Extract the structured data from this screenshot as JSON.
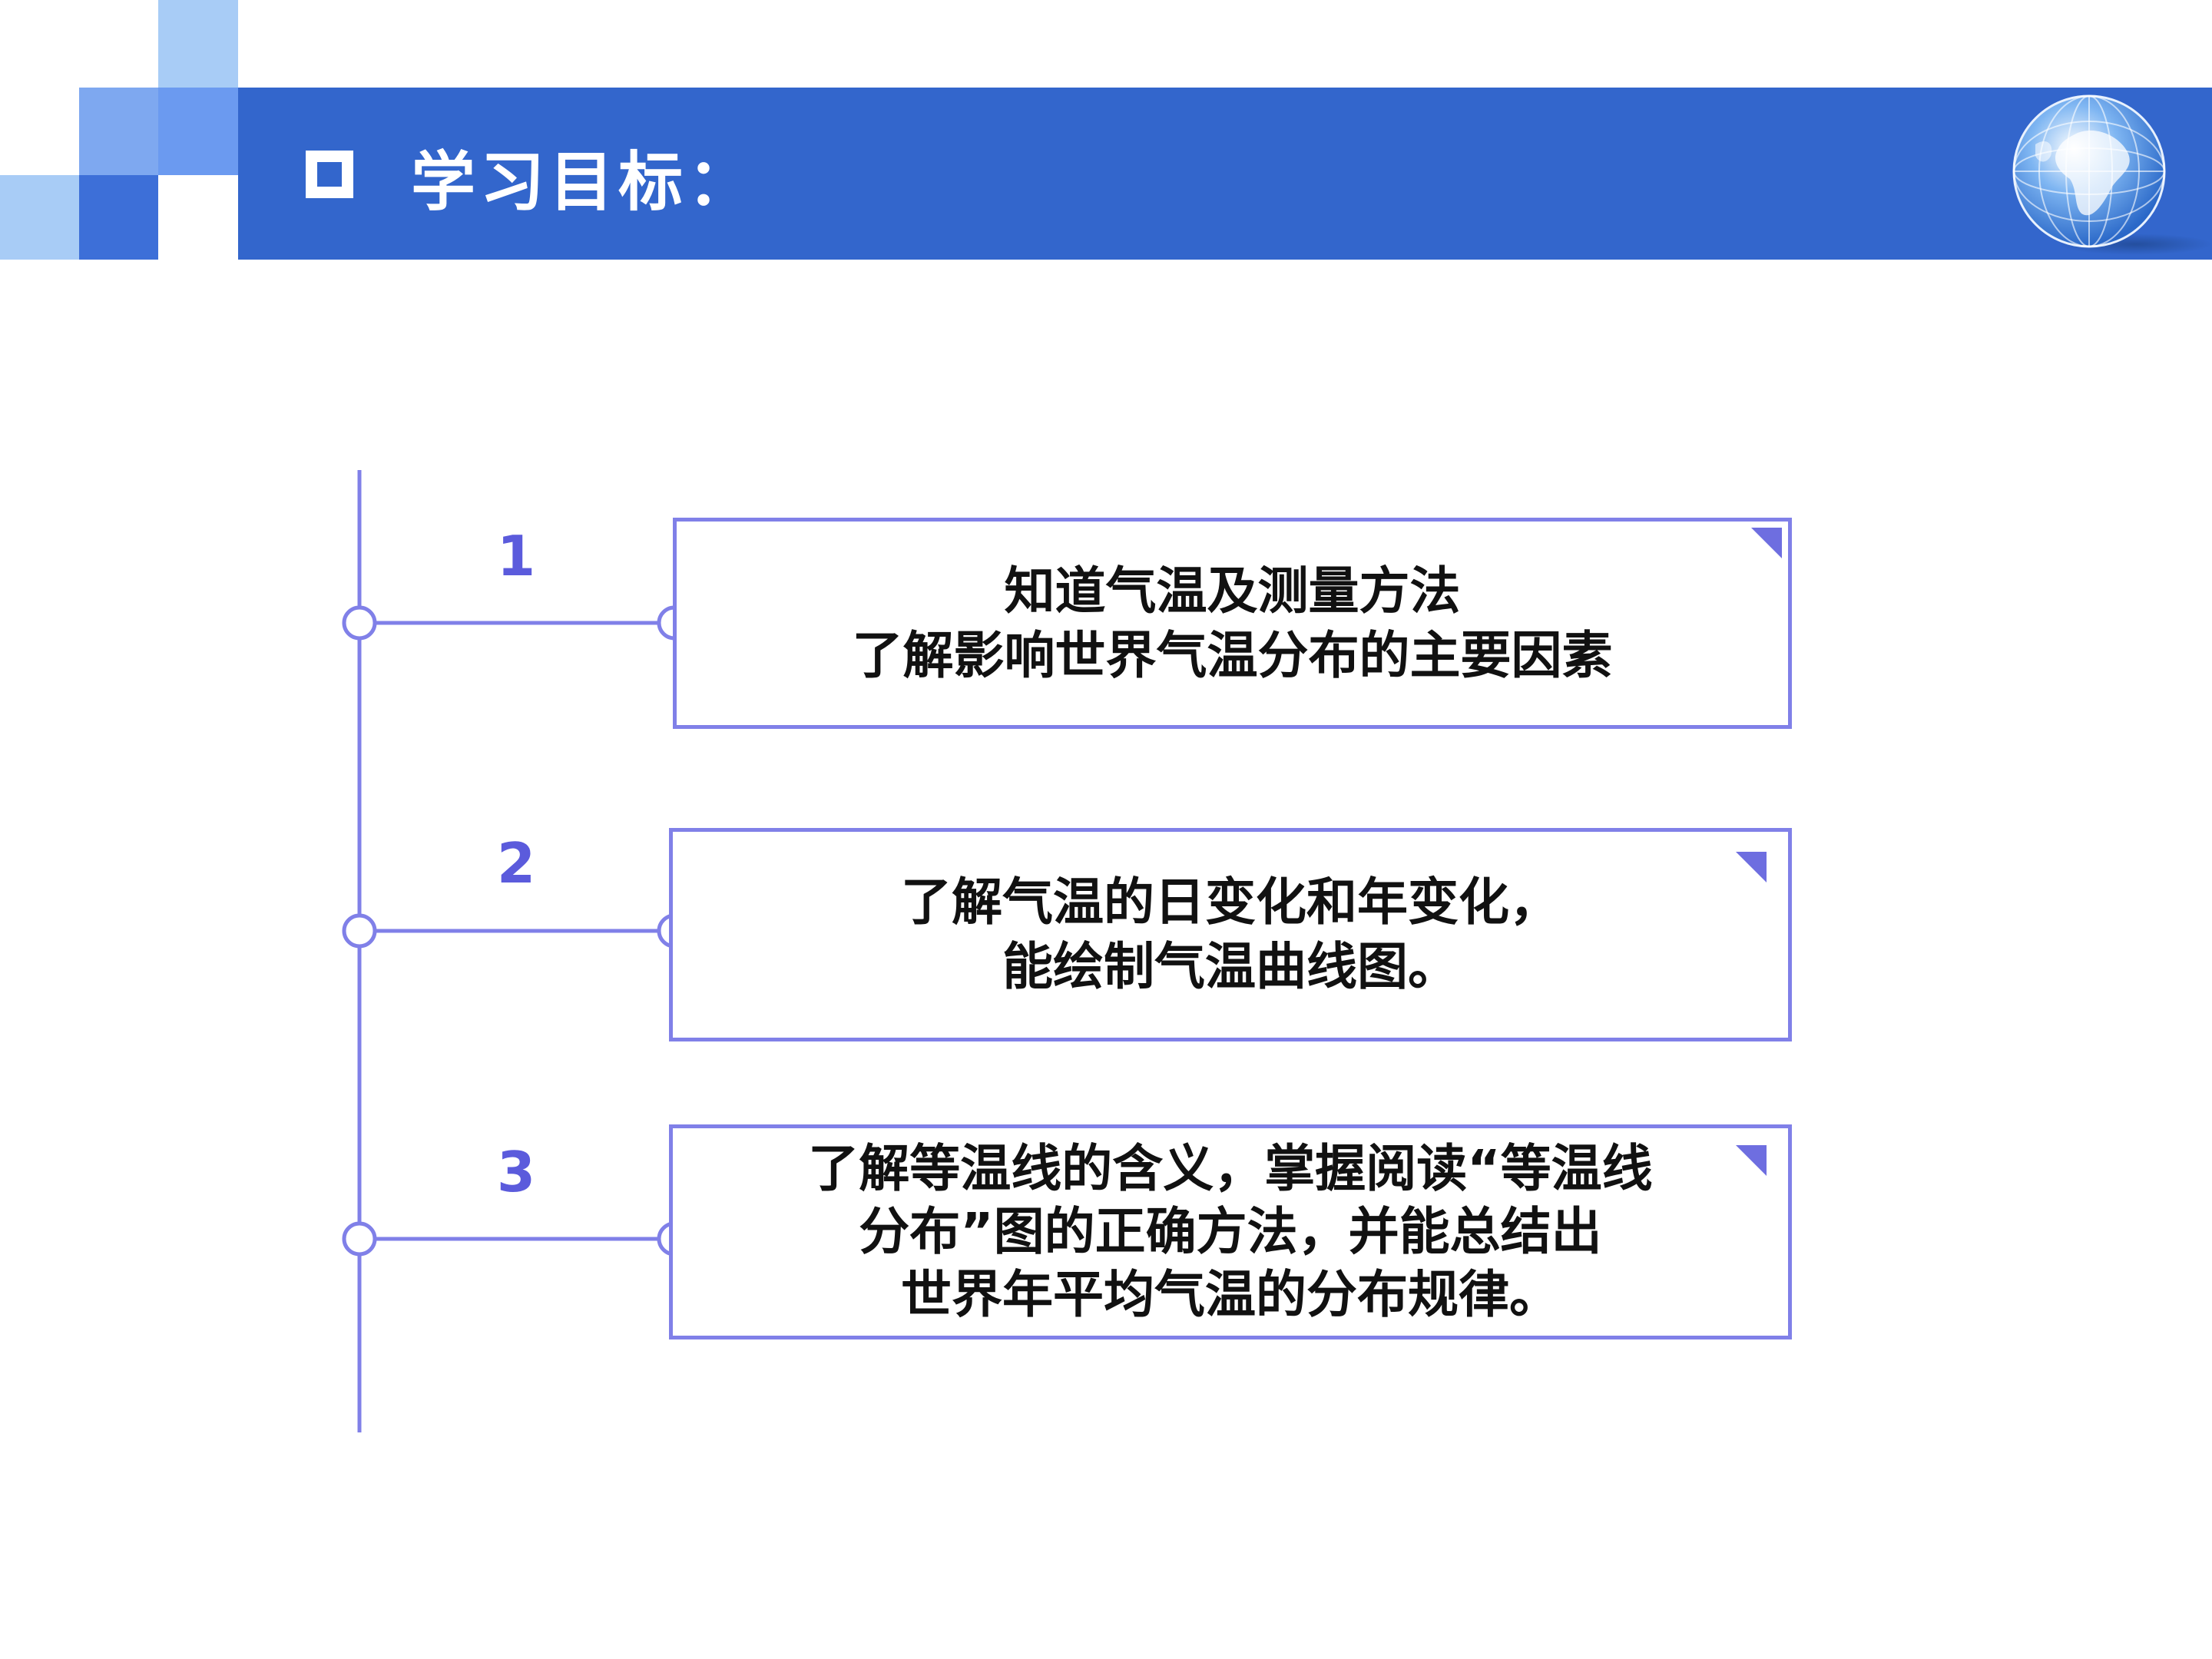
{
  "header": {
    "title": "学习目标："
  },
  "colors": {
    "header_bar": "#3366cc",
    "accent": "#5b5bdc",
    "box_border": "#8080e8"
  },
  "goals": [
    {
      "number": "1",
      "lines": [
        "知道气温及测量方法",
        "了解影响世界气温分布的主要因素"
      ]
    },
    {
      "number": "2",
      "lines": [
        "了解气温的日变化和年变化，",
        "能绘制气温曲线图。"
      ]
    },
    {
      "number": "3",
      "lines": [
        "了解等温线的含义，掌握阅读“等温线",
        "分布”图的正确方法，并能总结出",
        "世界年平均气温的分布规律。"
      ]
    }
  ]
}
